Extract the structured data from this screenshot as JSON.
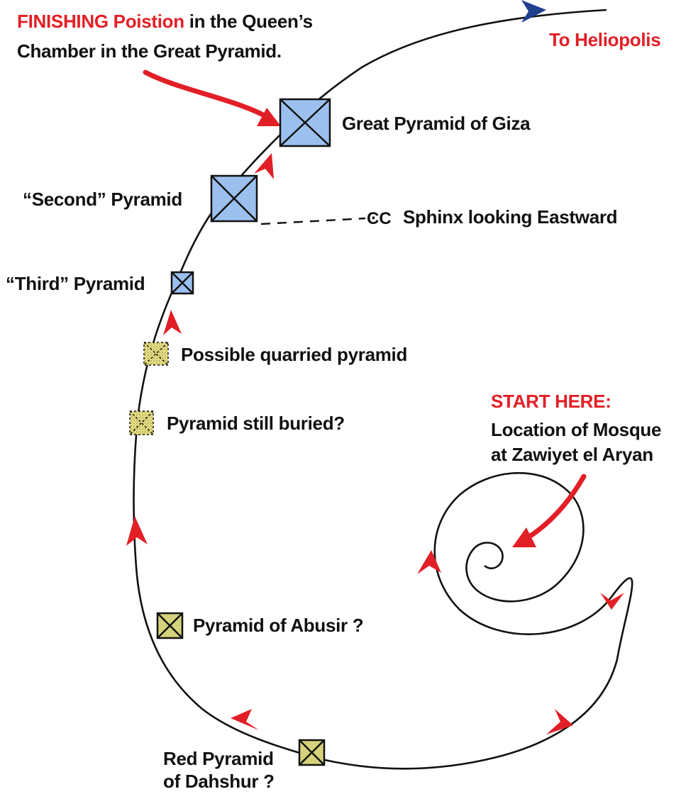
{
  "colors": {
    "spiral": "#111111",
    "arrow": "#e21f26",
    "end_arrow": "#1f3f8f",
    "label": "#111111",
    "highlight": "#e21f26",
    "pyramid_blue": "#9cc0ee",
    "pyramid_olive": "#d4d27a",
    "pyramid_yellow": "#ece58a"
  },
  "finish_note": {
    "highlight": "FINISHING Poistion",
    "rest": " in the Queen’s",
    "line2": "Chamber in the Great Pyramid."
  },
  "start_note": {
    "heading": "START HERE:",
    "line1": "Location of Mosque",
    "line2": "at Zawiyet el Aryan"
  },
  "destination": "To Heliopolis",
  "sphinx_glyph": "ϾϹ",
  "labels": {
    "great_pyramid": "Great Pyramid of Giza",
    "second_pyramid": "“Second” Pyramid",
    "sphinx": "Sphinx looking Eastward",
    "third_pyramid": "“Third” Pyramid",
    "quarried_pyramid": "Possible quarried pyramid",
    "buried_pyramid": "Pyramid still buried?",
    "abusir_pyramid": "Pyramid of Abusir ?",
    "red_pyramid_line1": "Red Pyramid",
    "red_pyramid_line2": "of Dahshur ?"
  }
}
